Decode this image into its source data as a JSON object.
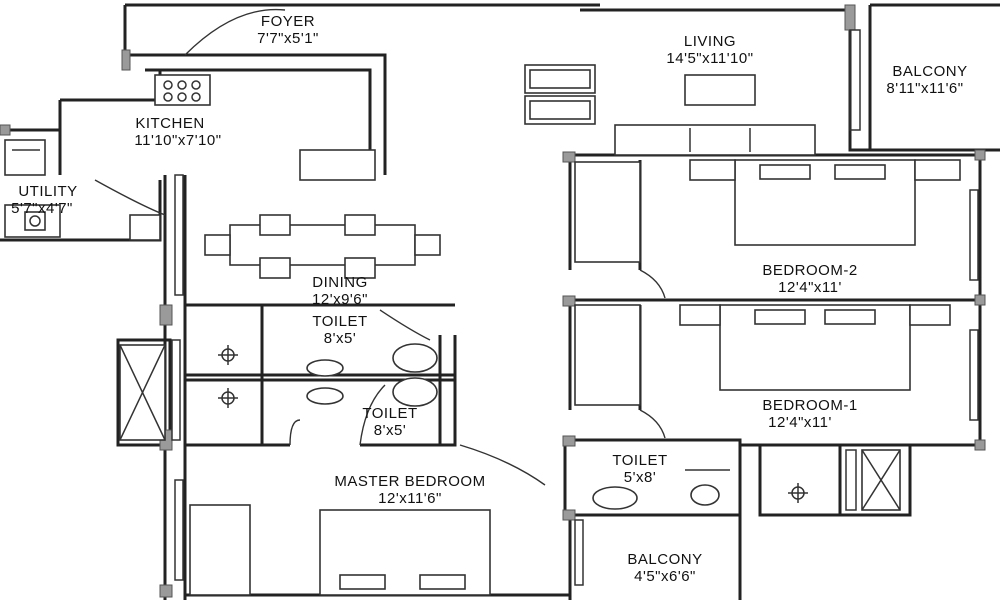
{
  "rooms": {
    "foyer": {
      "name": "FOYER",
      "size": "7'7\"x5'1\""
    },
    "living": {
      "name": "LIVING",
      "size": "14'5\"x11'10\""
    },
    "balcony_top": {
      "name": "BALCONY",
      "size": "8'11\"x11'6\""
    },
    "kitchen": {
      "name": "KITCHEN",
      "size": "11'10\"x7'10\""
    },
    "utility": {
      "name": "UTILITY",
      "size": "5'7\"x4'7\""
    },
    "dining": {
      "name": "DINING",
      "size": "12'x9'6\""
    },
    "bedroom2": {
      "name": "BEDROOM-2",
      "size": "12'4\"x11'"
    },
    "toilet1": {
      "name": "TOILET",
      "size": "8'x5'"
    },
    "toilet2": {
      "name": "TOILET",
      "size": "8'x5'"
    },
    "bedroom1": {
      "name": "BEDROOM-1",
      "size": "12'4\"x11'"
    },
    "toilet3": {
      "name": "TOILET",
      "size": "5'x8'"
    },
    "master": {
      "name": "MASTER BEDROOM",
      "size": "12'x11'6\""
    },
    "balcony_bottom": {
      "name": "BALCONY",
      "size": "4'5\"x6'6\""
    }
  },
  "colors": {
    "wall": "#222222",
    "fill": "#ffffff",
    "accent_gray": "#9a9a9a"
  }
}
